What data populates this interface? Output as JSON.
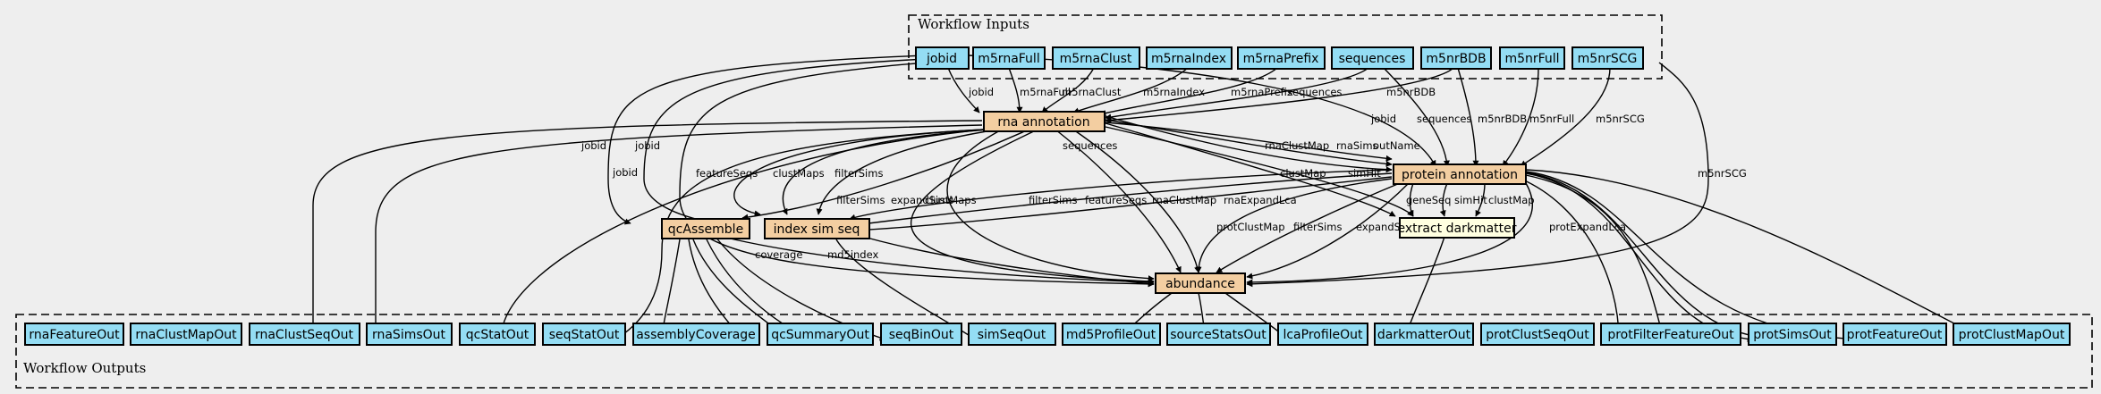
{
  "clusters": {
    "inputs": "Workflow Inputs",
    "outputs": "Workflow Outputs"
  },
  "colors": {
    "background": "#eeeeee",
    "io_node": "#94ddf4",
    "step_node": "#f3cea1",
    "tool_node": "#ffffe0",
    "stroke": "#000000"
  },
  "nodes": {
    "jobid": "jobid",
    "m5rnaFull": "m5rnaFull",
    "m5rnaClust": "m5rnaClust",
    "m5rnaIndex": "m5rnaIndex",
    "m5rnaPrefix": "m5rnaPrefix",
    "sequences": "sequences",
    "m5nrBDB": "m5nrBDB",
    "m5nrFull": "m5nrFull",
    "m5nrSCG": "m5nrSCG",
    "rna_annotation": "rna annotation",
    "protein_annotation": "protein annotation",
    "qcAssemble": "qcAssemble",
    "index_sim_seq": "index sim seq",
    "extract_darkmatter": "extract darkmatter",
    "abundance": "abundance",
    "rnaFeatureOut": "rnaFeatureOut",
    "rnaClustMapOut": "rnaClustMapOut",
    "rnaClustSeqOut": "rnaClustSeqOut",
    "rnaSimsOut": "rnaSimsOut",
    "qcStatOut": "qcStatOut",
    "seqStatOut": "seqStatOut",
    "assemblyCoverage": "assemblyCoverage",
    "qcSummaryOut": "qcSummaryOut",
    "seqBinOut": "seqBinOut",
    "simSeqOut": "simSeqOut",
    "md5ProfileOut": "md5ProfileOut",
    "sourceStatsOut": "sourceStatsOut",
    "lcaProfileOut": "lcaProfileOut",
    "darkmatterOut": "darkmatterOut",
    "protClustSeqOut": "protClustSeqOut",
    "protFilterFeatureOut": "protFilterFeatureOut",
    "protSimsOut": "protSimsOut",
    "protFeatureOut": "protFeatureOut",
    "protClustMapOut": "protClustMapOut"
  },
  "edge_labels": {
    "jobid_rna": "jobid",
    "m5rnaFull": "m5rnaFull",
    "m5rnaClust": "m5rnaClust",
    "m5rnaIndex": "m5rnaIndex",
    "m5rnaPrefix": "m5rnaPrefix",
    "sequences_rna": "sequences",
    "m5nrBDB_a": "m5nrBDB",
    "m5nrBDB_b": "m5nrBDB",
    "m5nrFull": "m5nrFull",
    "m5nrSCG_prot": "m5nrSCG",
    "m5nrSCG_ab": "m5nrSCG",
    "jobid_prot": "jobid",
    "sequences_prot": "sequences",
    "jobid_qc": "jobid",
    "jobid_idx": "jobid",
    "jobid_ab": "jobid",
    "sequences_mid": "sequences",
    "featureSeqs_rna": "featureSeqs",
    "clustMaps_rna": "clustMaps",
    "filterSims_rna": "filterSims",
    "expandSims_rna": "expandSims",
    "rnaClustMap_ab": "rnaClustMap",
    "rnaExpandLca": "rnaExpandLca",
    "clustMap_dark": "clustMap",
    "simHit_dark": "simHit",
    "rnaClustMap_prot": "rnaClustMap",
    "rnaSims": "rnaSims",
    "outName": "outName",
    "filterSims_ab": "filterSims",
    "clustMaps_prot": "clustMaps",
    "filterSims_prot": "filterSims",
    "featureSeqs_prot": "featureSeqs",
    "geneSeq": "geneSeq",
    "simHit2": "simHit",
    "clustMap2": "clustMap",
    "protClustMap": "protClustMap",
    "filterSims_prot_ab": "filterSims",
    "expandSims_prot": "expandSims",
    "protExpandLca": "protExpandLca",
    "coverage": "coverage",
    "md5index": "md5index"
  }
}
